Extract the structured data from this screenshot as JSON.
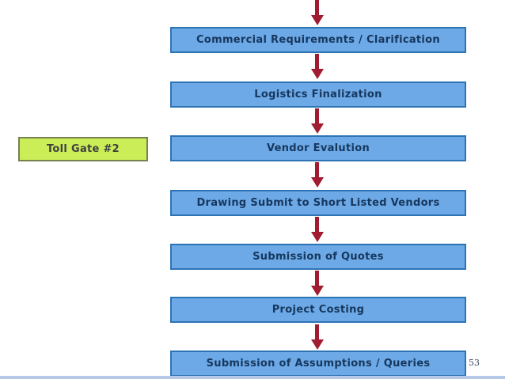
{
  "slide": {
    "type": "process-flow-diagram",
    "toll_gate": {
      "label": "Toll Gate #2"
    },
    "flow_steps": [
      "Commercial Requirements / Clarification",
      "Logistics Finalization",
      "Vendor Evalution",
      "Drawing Submit to Short Listed Vendors",
      "Submission of Quotes",
      "Project Costing",
      "Submission of Assumptions / Queries"
    ],
    "page_number": "53",
    "icons": {
      "connector": "down-arrow-icon"
    },
    "colors": {
      "box_fill": "#6CA9E6",
      "box_border": "#2E74B5",
      "box_text": "#17375E",
      "arrow": "#A01C30",
      "toll_fill": "#CBEE58",
      "toll_border": "#75814E",
      "toll_text": "#3F3F3F",
      "bottom_line": "#B7C7E8",
      "page_number_color": "#3D4C63"
    }
  }
}
